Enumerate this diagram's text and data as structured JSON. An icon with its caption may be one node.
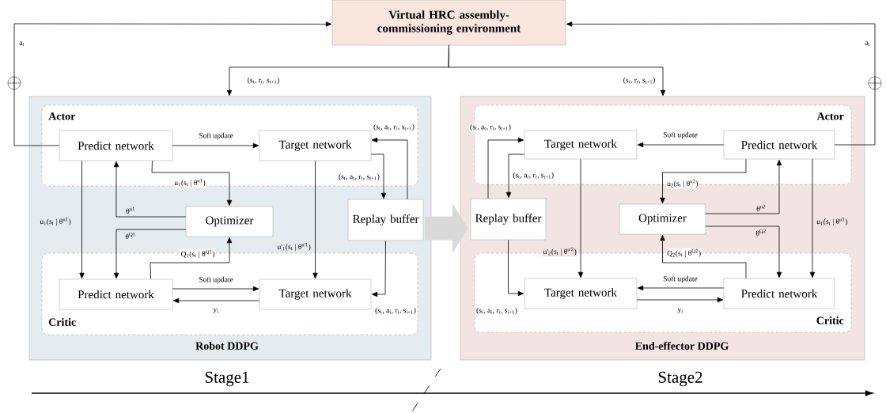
{
  "diagram": {
    "nodes": [
      {
        "text": [
          "Virtual HRC assembly-commissioning environment"
        ]
      },
      {
        "text": [
          "Robot DDPG"
        ]
      },
      {
        "text": [
          "Actor"
        ],
        "in": 1
      },
      {
        "text": [
          "Predict network"
        ],
        "in": 2
      },
      {
        "text": [
          "Target network"
        ],
        "in": 2
      },
      {
        "text": [
          "Optimizer"
        ],
        "in": 1
      },
      {
        "text": [
          "Replay buffer"
        ],
        "in": 1
      },
      {
        "text": [
          "Critic"
        ],
        "in": 1
      },
      {
        "text": [
          "Predict network"
        ],
        "in": 7
      },
      {
        "text": [
          "Target network"
        ],
        "in": 7
      },
      {
        "text": [
          "End-effector DDPG"
        ]
      },
      {
        "text": [
          "Actor"
        ],
        "in": 10
      },
      {
        "text": [
          "Target network"
        ],
        "in": 11
      },
      {
        "text": [
          "Predict network"
        ],
        "in": 11
      },
      {
        "text": [
          "Replay buffer"
        ],
        "in": 10
      },
      {
        "text": [
          "Optimizer"
        ],
        "in": 10
      },
      {
        "text": [
          "Critic"
        ],
        "in": 10
      },
      {
        "text": [
          "Target network"
        ],
        "in": 16
      },
      {
        "text": [
          "Predict network"
        ],
        "in": 16
      }
    ],
    "edges": [
      {
        "from": 3,
        "to": 0,
        "arrow": "to",
        "label": "a$_{t}$"
      },
      {
        "from": 0,
        "to": 1,
        "arrow": "to",
        "label": "(s$_{t}$, r$_{t}$, s$_{t+1}$)"
      },
      {
        "from": 0,
        "to": 10,
        "arrow": "to",
        "label": "(s$_{t}$, r$_{t}$, s$_{t+1}$)"
      },
      {
        "from": 13,
        "to": 0,
        "arrow": "to",
        "label": "a$_{t}$"
      },
      {
        "from": 3,
        "to": 4,
        "arrow": "to",
        "label": "Soft update"
      },
      {
        "from": 3,
        "to": 5,
        "arrow": "to",
        "label": "u$_{1}$(s$_{t}$ | θ$^{u1}$)"
      },
      {
        "from": 5,
        "to": 3,
        "arrow": "to",
        "label": "θ$^{u1}$"
      },
      {
        "from": 5,
        "to": 8,
        "arrow": "to",
        "label": "θ$^{Q1}$"
      },
      {
        "from": 8,
        "to": 5,
        "arrow": "to",
        "label": "Q$_{1}$(s$_{t}$ | θ$^{Q1}$)"
      },
      {
        "from": 3,
        "to": 8,
        "arrow": "to",
        "label": "u$_{1}$(s$_{t}$ | θ$^{u1}$)"
      },
      {
        "from": 4,
        "to": 9,
        "arrow": "to",
        "label": "u'$_{1}$(s$_{t}$ | θ$^{u'1}$)"
      },
      {
        "from": 4,
        "to": 6,
        "arrow": "to",
        "label": "(s$_{t}$, a$_{t}$, r$_{t}$, s$_{t+1}$)"
      },
      {
        "from": 6,
        "to": 4,
        "arrow": "to",
        "label": "(s$_{t}$, a$_{t}$, r$_{t}$, s$_{t+1}$)"
      },
      {
        "from": 6,
        "to": 9,
        "arrow": "to",
        "label": "(s$_{i}$, a$_{i}$, r$_{i}$, s$_{i+1}$)"
      },
      {
        "from": 8,
        "to": 9,
        "arrow": "to",
        "label": "Soft update"
      },
      {
        "from": 9,
        "to": 8,
        "arrow": "to",
        "label": "y$_{i}$"
      },
      {
        "from": 13,
        "to": 12,
        "arrow": "to",
        "label": "Soft update"
      },
      {
        "from": 13,
        "to": 15,
        "arrow": "to",
        "label": "u$_{2}$(s$_{t}$ | θ$^{u2}$)"
      },
      {
        "from": 15,
        "to": 13,
        "arrow": "to",
        "label": "θ$^{u2}$"
      },
      {
        "from": 15,
        "to": 18,
        "arrow": "to",
        "label": "θ$^{Q2}$"
      },
      {
        "from": 18,
        "to": 15,
        "arrow": "to",
        "label": "Q$_{2}$(s$_{t}$ | θ$^{Q2}$)"
      },
      {
        "from": 13,
        "to": 18,
        "arrow": "to",
        "label": "u$_{1}$(s$_{t}$ | θ$^{u1}$)"
      },
      {
        "from": 12,
        "to": 17,
        "arrow": "to",
        "label": "u'$_{2}$(s$_{t}$ | θ$^{u'2}$)"
      },
      {
        "from": 12,
        "to": 14,
        "arrow": "to",
        "label": "(s$_{t}$, a$_{t}$, r$_{t}$, s$_{t+1}$)"
      },
      {
        "from": 14,
        "to": 12,
        "arrow": "to",
        "label": "(s$_{t}$, a$_{t}$, r$_{t}$, s$_{t+1}$)"
      },
      {
        "from": 14,
        "to": 17,
        "arrow": "to",
        "label": "(s$_{i}$, a$_{i}$, r$_{i}$, s$_{i+1}$)"
      },
      {
        "from": 18,
        "to": 17,
        "arrow": "to",
        "label": "Soft update"
      },
      {
        "from": 17,
        "to": 18,
        "arrow": "to",
        "label": "y$_{i}$"
      },
      {
        "from": 1,
        "to": 10,
        "arrow": "to",
        "style": "thick",
        "color": "#d9d9d9"
      }
    ],
    "labels": [
      "Stage1",
      "Stage2"
    ]
  }
}
